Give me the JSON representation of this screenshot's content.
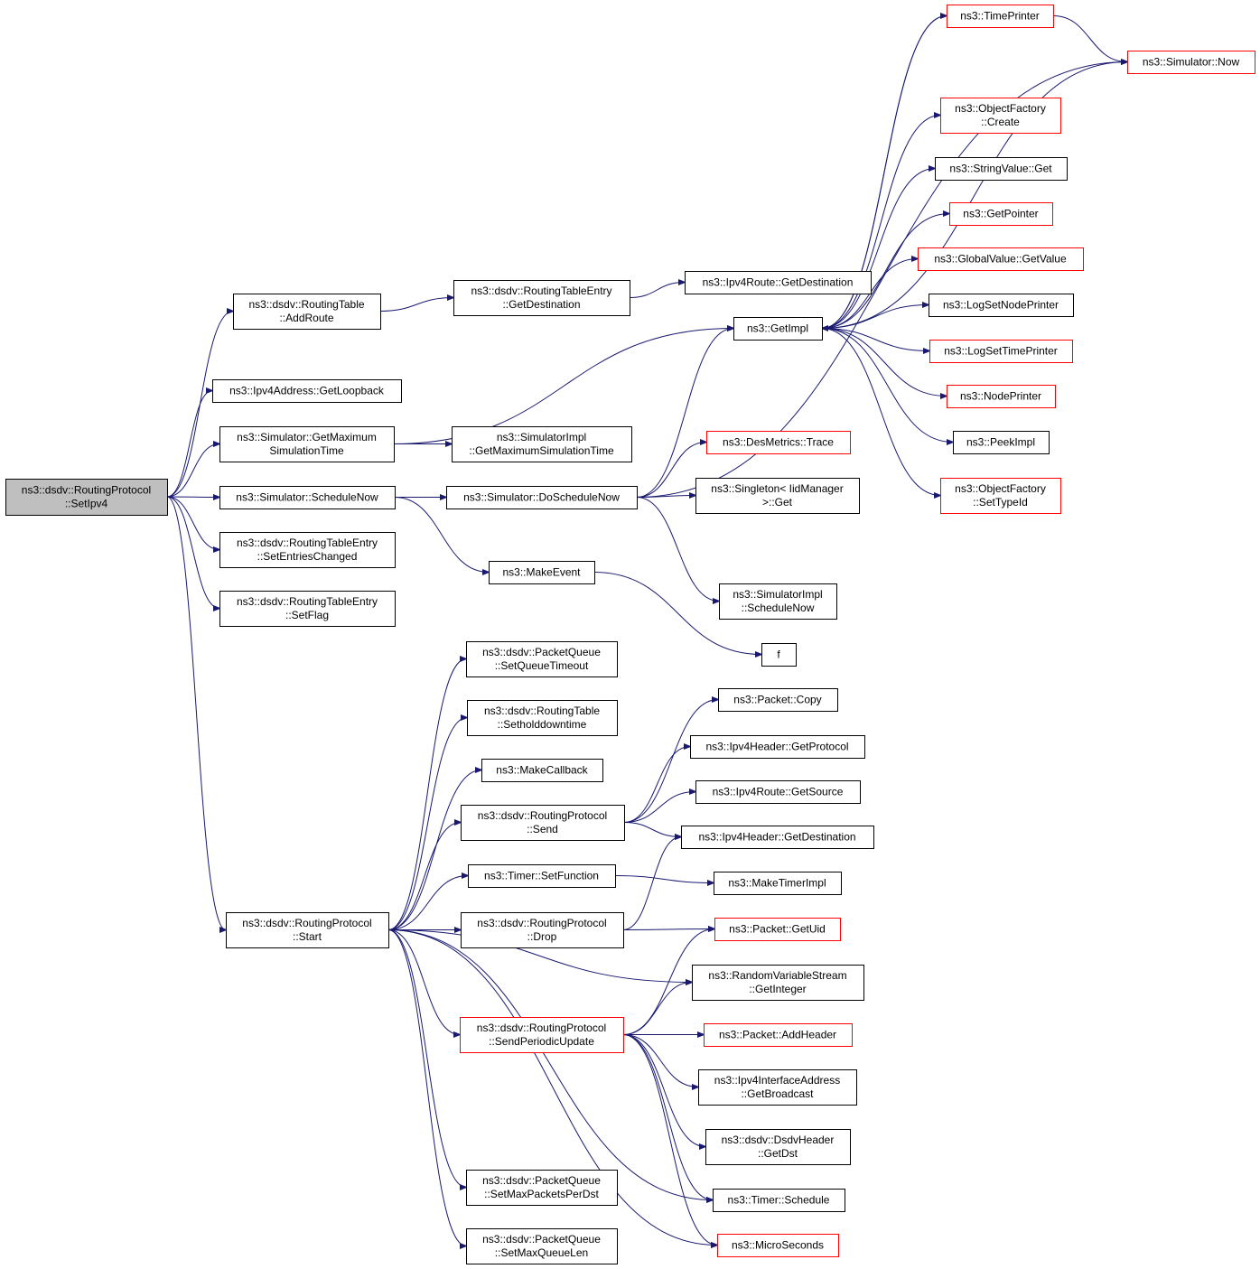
{
  "colors": {
    "edge": "#191970",
    "node_border": "#000000",
    "node_border_link": "#ff0000",
    "root_fill": "#bfbfbf"
  },
  "nodes": [
    {
      "id": "n0",
      "lines": [
        "ns3::dsdv::RoutingProtocol",
        "::SetIpv4"
      ],
      "root": true
    },
    {
      "id": "n1",
      "lines": [
        "ns3::dsdv::RoutingTable",
        "::AddRoute"
      ]
    },
    {
      "id": "n2",
      "lines": [
        "ns3::Ipv4Address::GetLoopback"
      ]
    },
    {
      "id": "n3",
      "lines": [
        "ns3::Simulator::GetMaximum",
        "SimulationTime"
      ]
    },
    {
      "id": "n4",
      "lines": [
        "ns3::Simulator::ScheduleNow"
      ]
    },
    {
      "id": "n5",
      "lines": [
        "ns3::dsdv::RoutingTableEntry",
        "::SetEntriesChanged"
      ]
    },
    {
      "id": "n6",
      "lines": [
        "ns3::dsdv::RoutingTableEntry",
        "::SetFlag"
      ]
    },
    {
      "id": "n7",
      "lines": [
        "ns3::dsdv::RoutingProtocol",
        "::Start"
      ]
    },
    {
      "id": "n8",
      "lines": [
        "ns3::dsdv::RoutingTableEntry",
        "::GetDestination"
      ]
    },
    {
      "id": "n9",
      "lines": [
        "ns3::Ipv4Route::GetDestination"
      ]
    },
    {
      "id": "n10",
      "lines": [
        "ns3::GetImpl"
      ]
    },
    {
      "id": "n11",
      "lines": [
        "ns3::TimePrinter"
      ],
      "red": true
    },
    {
      "id": "n12",
      "lines": [
        "ns3::Simulator::Now"
      ],
      "red": true
    },
    {
      "id": "n13",
      "lines": [
        "ns3::ObjectFactory",
        "::Create"
      ],
      "red": true
    },
    {
      "id": "n14",
      "lines": [
        "ns3::StringValue::Get"
      ]
    },
    {
      "id": "n15",
      "lines": [
        "ns3::GetPointer"
      ],
      "red": true
    },
    {
      "id": "n16",
      "lines": [
        "ns3::GlobalValue::GetValue"
      ],
      "red": true
    },
    {
      "id": "n17",
      "lines": [
        "ns3::LogSetNodePrinter"
      ]
    },
    {
      "id": "n18",
      "lines": [
        "ns3::LogSetTimePrinter"
      ],
      "red": true
    },
    {
      "id": "n19",
      "lines": [
        "ns3::NodePrinter"
      ],
      "red": true
    },
    {
      "id": "n20",
      "lines": [
        "ns3::PeekImpl"
      ]
    },
    {
      "id": "n21",
      "lines": [
        "ns3::ObjectFactory",
        "::SetTypeId"
      ],
      "red": true
    },
    {
      "id": "n22",
      "lines": [
        "ns3::SimulatorImpl",
        "::GetMaximumSimulationTime"
      ]
    },
    {
      "id": "n23",
      "lines": [
        "ns3::Simulator::DoScheduleNow"
      ]
    },
    {
      "id": "n24",
      "lines": [
        "ns3::DesMetrics::Trace"
      ],
      "red": true
    },
    {
      "id": "n25",
      "lines": [
        "ns3::Singleton< IidManager",
        ">::Get"
      ]
    },
    {
      "id": "n26",
      "lines": [
        "ns3::SimulatorImpl",
        "::ScheduleNow"
      ]
    },
    {
      "id": "n27",
      "lines": [
        "ns3::MakeEvent"
      ]
    },
    {
      "id": "n28",
      "lines": [
        "f"
      ]
    },
    {
      "id": "n29",
      "lines": [
        "ns3::dsdv::PacketQueue",
        "::SetQueueTimeout"
      ]
    },
    {
      "id": "n30",
      "lines": [
        "ns3::dsdv::RoutingTable",
        "::Setholddowntime"
      ]
    },
    {
      "id": "n31",
      "lines": [
        "ns3::MakeCallback"
      ]
    },
    {
      "id": "n32",
      "lines": [
        "ns3::dsdv::RoutingProtocol",
        "::Send"
      ]
    },
    {
      "id": "n33",
      "lines": [
        "ns3::Timer::SetFunction"
      ]
    },
    {
      "id": "n34",
      "lines": [
        "ns3::dsdv::RoutingProtocol",
        "::Drop"
      ]
    },
    {
      "id": "n35",
      "lines": [
        "ns3::dsdv::RoutingProtocol",
        "::SendPeriodicUpdate"
      ],
      "red": true
    },
    {
      "id": "n36",
      "lines": [
        "ns3::dsdv::PacketQueue",
        "::SetMaxPacketsPerDst"
      ]
    },
    {
      "id": "n37",
      "lines": [
        "ns3::dsdv::PacketQueue",
        "::SetMaxQueueLen"
      ]
    },
    {
      "id": "n38",
      "lines": [
        "ns3::Packet::Copy"
      ]
    },
    {
      "id": "n39",
      "lines": [
        "ns3::Ipv4Header::GetProtocol"
      ]
    },
    {
      "id": "n40",
      "lines": [
        "ns3::Ipv4Route::GetSource"
      ]
    },
    {
      "id": "n41",
      "lines": [
        "ns3::Ipv4Header::GetDestination"
      ]
    },
    {
      "id": "n42",
      "lines": [
        "ns3::MakeTimerImpl"
      ]
    },
    {
      "id": "n43",
      "lines": [
        "ns3::Packet::GetUid"
      ],
      "red": true
    },
    {
      "id": "n44",
      "lines": [
        "ns3::RandomVariableStream",
        "::GetInteger"
      ]
    },
    {
      "id": "n45",
      "lines": [
        "ns3::Packet::AddHeader"
      ],
      "red": true
    },
    {
      "id": "n46",
      "lines": [
        "ns3::Ipv4InterfaceAddress",
        "::GetBroadcast"
      ]
    },
    {
      "id": "n47",
      "lines": [
        "ns3::dsdv::DsdvHeader",
        "::GetDst"
      ]
    },
    {
      "id": "n48",
      "lines": [
        "ns3::Timer::Schedule"
      ]
    },
    {
      "id": "n49",
      "lines": [
        "ns3::MicroSeconds"
      ],
      "red": true
    }
  ],
  "edges": [
    [
      "n0",
      "n1"
    ],
    [
      "n0",
      "n2"
    ],
    [
      "n0",
      "n3"
    ],
    [
      "n0",
      "n4"
    ],
    [
      "n0",
      "n5"
    ],
    [
      "n0",
      "n6"
    ],
    [
      "n0",
      "n7"
    ],
    [
      "n1",
      "n8"
    ],
    [
      "n8",
      "n9"
    ],
    [
      "n3",
      "n10"
    ],
    [
      "n3",
      "n22"
    ],
    [
      "n4",
      "n23"
    ],
    [
      "n4",
      "n27"
    ],
    [
      "n10",
      "n11"
    ],
    [
      "n10",
      "n12"
    ],
    [
      "n10",
      "n13"
    ],
    [
      "n10",
      "n14"
    ],
    [
      "n10",
      "n15"
    ],
    [
      "n10",
      "n16"
    ],
    [
      "n10",
      "n17"
    ],
    [
      "n10",
      "n18"
    ],
    [
      "n10",
      "n19"
    ],
    [
      "n10",
      "n20"
    ],
    [
      "n10",
      "n21"
    ],
    [
      "n11",
      "n10"
    ],
    [
      "n11",
      "n12"
    ],
    [
      "n23",
      "n10"
    ],
    [
      "n23",
      "n24"
    ],
    [
      "n23",
      "n25"
    ],
    [
      "n23",
      "n26"
    ],
    [
      "n23",
      "n12"
    ],
    [
      "n27",
      "n28"
    ],
    [
      "n7",
      "n29"
    ],
    [
      "n7",
      "n30"
    ],
    [
      "n7",
      "n31"
    ],
    [
      "n7",
      "n32"
    ],
    [
      "n7",
      "n33"
    ],
    [
      "n7",
      "n34"
    ],
    [
      "n7",
      "n35"
    ],
    [
      "n7",
      "n44"
    ],
    [
      "n7",
      "n36"
    ],
    [
      "n7",
      "n37"
    ],
    [
      "n7",
      "n48"
    ],
    [
      "n7",
      "n49"
    ],
    [
      "n32",
      "n38"
    ],
    [
      "n32",
      "n39"
    ],
    [
      "n32",
      "n40"
    ],
    [
      "n32",
      "n41"
    ],
    [
      "n33",
      "n42"
    ],
    [
      "n34",
      "n41"
    ],
    [
      "n34",
      "n43"
    ],
    [
      "n35",
      "n43"
    ],
    [
      "n35",
      "n44"
    ],
    [
      "n35",
      "n45"
    ],
    [
      "n35",
      "n46"
    ],
    [
      "n35",
      "n47"
    ],
    [
      "n35",
      "n48"
    ],
    [
      "n35",
      "n49"
    ]
  ]
}
